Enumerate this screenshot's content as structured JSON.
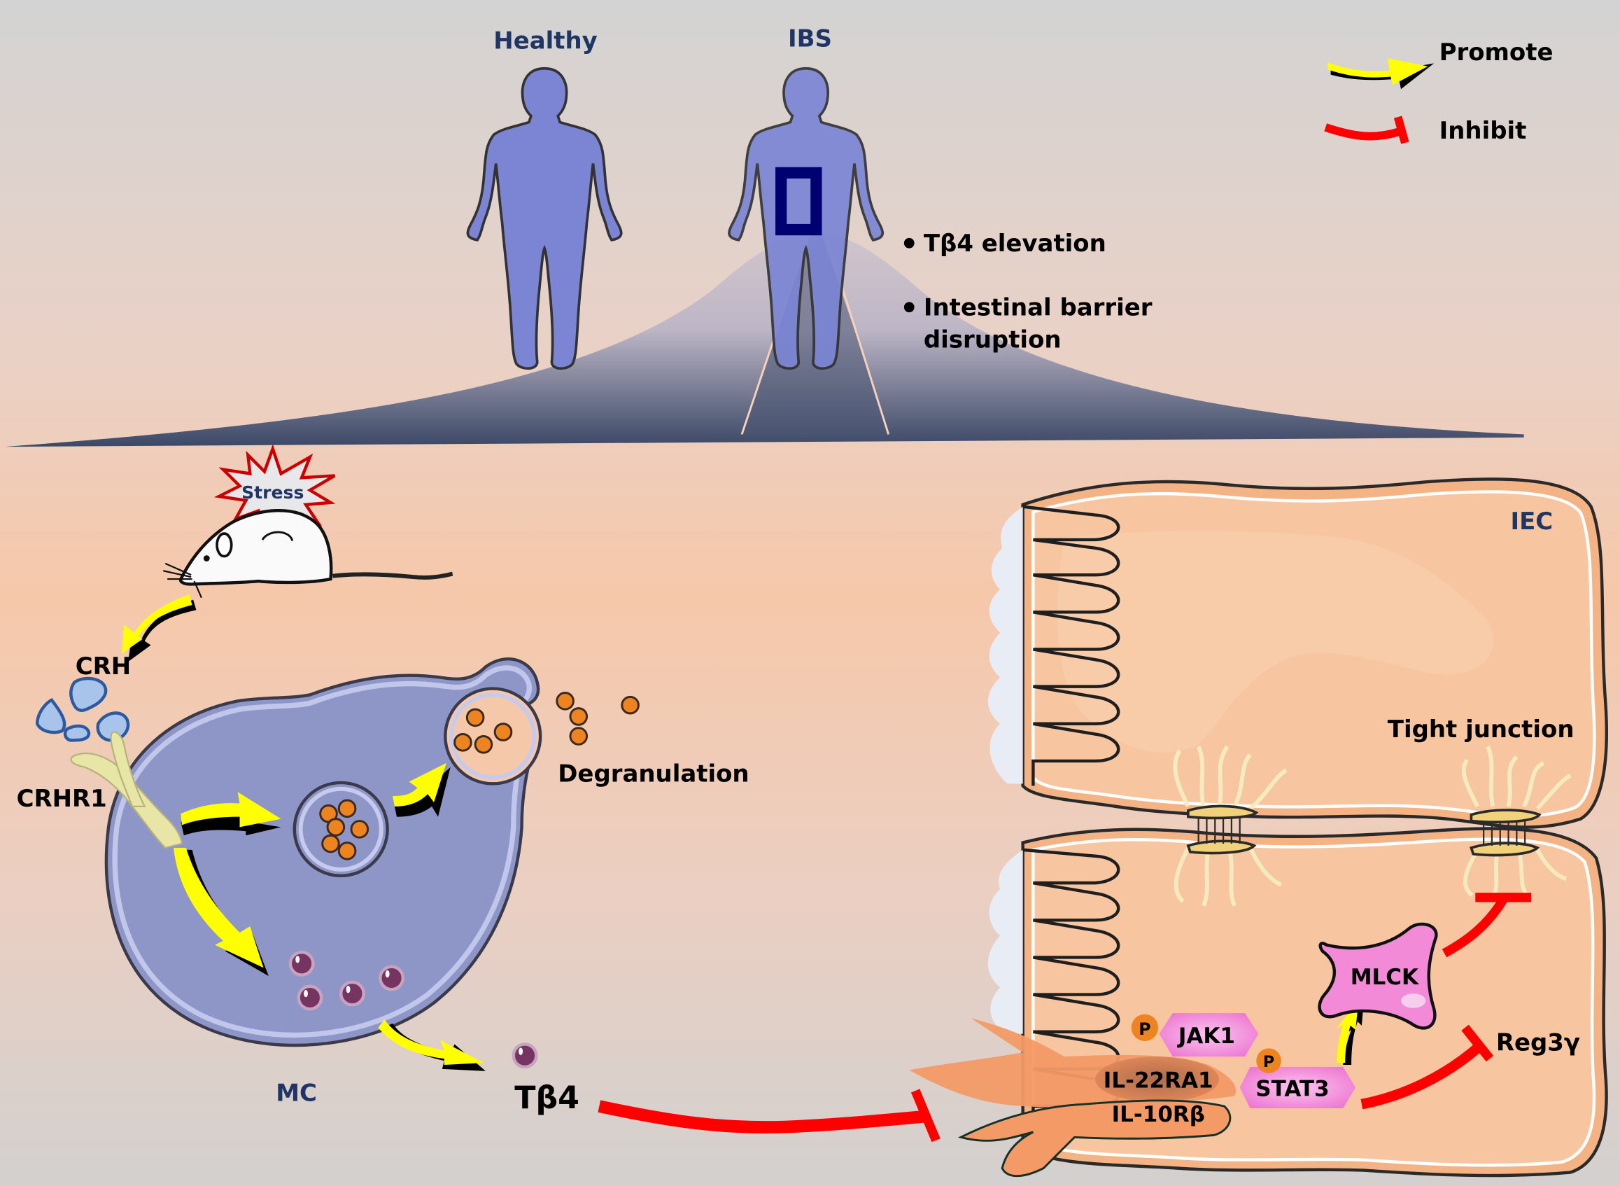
{
  "population": {
    "healthy_label": "Healthy",
    "ibs_label": "IBS",
    "findings": [
      "Tβ4 elevation",
      "Intestinal barrier",
      "disruption"
    ],
    "bullet": "•"
  },
  "legend": {
    "promote_label": "Promote",
    "inhibit_label": "Inhibit",
    "promote_color": "#ffff00",
    "inhibit_color": "#ff0000"
  },
  "stress_model": {
    "stress_label": "Stress",
    "crh_label": "CRH",
    "crhr1_label": "CRHR1"
  },
  "mast_cell": {
    "label": "MC",
    "degranulation_label": "Degranulation",
    "tb4_label": "Tβ4"
  },
  "epithelium": {
    "iec_label": "IEC",
    "tight_junction_label": "Tight junction",
    "receptors": [
      "IL-22RA1",
      "IL-10Rβ"
    ],
    "jak1_label": "JAK1",
    "stat3_label": "STAT3",
    "mlck_label": "MLCK",
    "reg3g_label": "Reg3γ",
    "phospho_label": "P"
  },
  "colors": {
    "body_fill": "#7b85d4",
    "cell_fill": "#8e96c8",
    "iec_fill": "#f6c4a0",
    "kinase_fill": "#f08ad8",
    "granule_orange": "#ee8420",
    "granule_purple": "#763462",
    "title_navy": "#1f3566"
  }
}
